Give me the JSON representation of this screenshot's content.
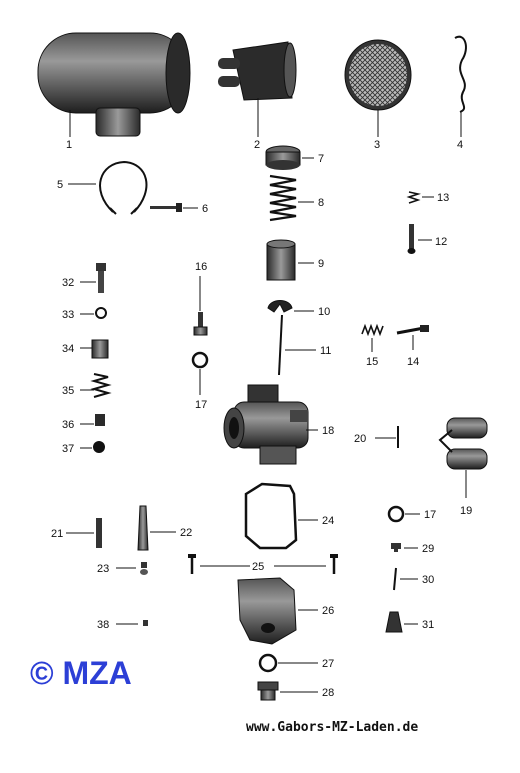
{
  "diagram": {
    "copyright": "© MZA",
    "website": "www.Gabors-MZ-Laden.de",
    "labels": {
      "p1": "1",
      "p2": "2",
      "p3": "3",
      "p4": "4",
      "p5": "5",
      "p6": "6",
      "p7": "7",
      "p8": "8",
      "p9": "9",
      "p10": "10",
      "p11": "11",
      "p12": "12",
      "p13": "13",
      "p14": "14",
      "p15": "15",
      "p16": "16",
      "p17a": "17",
      "p17b": "17",
      "p18": "18",
      "p19": "19",
      "p20": "20",
      "p21": "21",
      "p22": "22",
      "p23": "23",
      "p24": "24",
      "p25": "25",
      "p26": "26",
      "p27": "27",
      "p28": "28",
      "p29": "29",
      "p30": "30",
      "p31": "31",
      "p32": "32",
      "p33": "33",
      "p34": "34",
      "p35": "35",
      "p36": "36",
      "p37": "37",
      "p38": "38"
    }
  }
}
